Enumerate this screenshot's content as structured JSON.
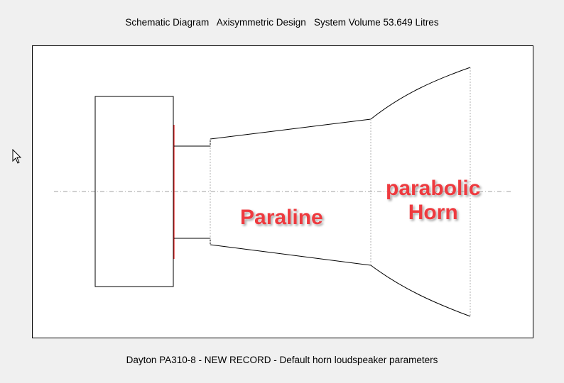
{
  "header": {
    "title": "Schematic Diagram   Axisymmetric Design   System Volume 53.649 Litres"
  },
  "footer": {
    "status": "Dayton PA310-8 - NEW RECORD - Default horn loudspeaker parameters"
  },
  "annotations": {
    "paraline": "Paraline",
    "parabolic_line1": "parabolic",
    "parabolic_line2": "Horn"
  },
  "colors": {
    "annotation": "#ee3a3f",
    "driver_diaphragm": "#e02020",
    "outline": "#000000",
    "section_divider": "#aaaaaa"
  },
  "icons": {
    "cursor": "mouse-pointer-icon"
  }
}
